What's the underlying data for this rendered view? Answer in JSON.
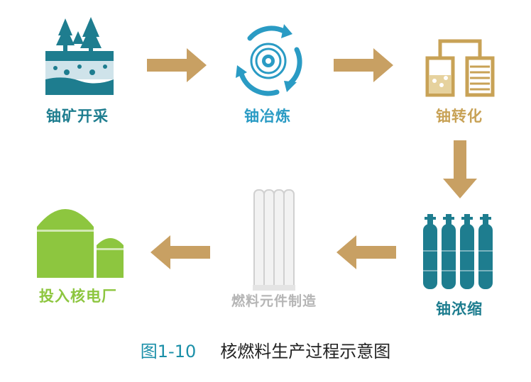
{
  "steps": {
    "mining": {
      "label": "铀矿开采",
      "icon": "mining-terrain-icon",
      "color": "#1e7d8f"
    },
    "smelting": {
      "label": "铀冶炼",
      "icon": "recycle-cycle-icon",
      "color": "#2a9bc4"
    },
    "conversion": {
      "label": "铀转化",
      "icon": "beakers-icon",
      "color": "#c8a256"
    },
    "enrichment": {
      "label": "铀浓缩",
      "icon": "gas-cylinders-icon",
      "color": "#1e7d8f"
    },
    "fuel": {
      "label": "燃料元件制造",
      "icon": "fuel-rods-icon",
      "color": "#b5b5b5"
    },
    "plant": {
      "label": "投入核电厂",
      "icon": "nuclear-plant-icon",
      "color": "#8dc63f"
    }
  },
  "arrow_color": "#c8a063",
  "caption": {
    "figure_no": "图1-10",
    "title": "核燃料生产过程示意图"
  }
}
